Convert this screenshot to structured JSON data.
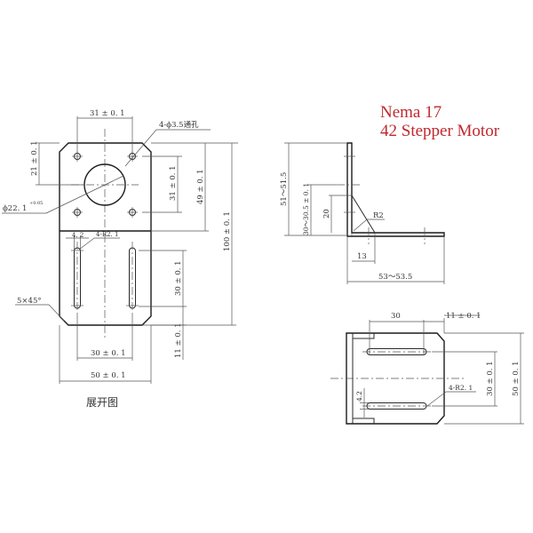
{
  "title": {
    "line1": "Nema 17",
    "line2": "42 Stepper Motor",
    "color": "#c0282d"
  },
  "flat_view": {
    "caption": "展开图",
    "dims": {
      "hole_spacing_top": "31 ± 0. 1",
      "through_holes": "4-ϕ3.5通孔",
      "top_to_hole": "21 ± 0. 1",
      "bore": "ϕ22. 1",
      "bore_tolerance": "+0.05",
      "hole_spacing_vert": "31 ± 0. 1",
      "to_bend": "49 ± 0. 1",
      "total_length": "100 ± 0. 1",
      "slot_width": "4. 2",
      "slot_radius": "4-R2. 1",
      "slot_length": "30 ± 0. 1",
      "chamfer": "5×45°",
      "slot_to_bottom": "11 ± 0. 1",
      "slot_spacing": "30 ± 0. 1",
      "width": "50 ± 0. 1"
    }
  },
  "side_view": {
    "dims": {
      "height": "51～51.5",
      "bend_height": "30～30.5 ± 0. 1",
      "gusset_height": "20",
      "radius": "R2",
      "gusset_base": "13",
      "leg_length": "53～53.5"
    }
  },
  "base_view": {
    "dims": {
      "slot_length": "30",
      "slot_offset": "11 ± 0. 1",
      "slot_width": "4.2",
      "slot_radius": "4-R2. 1",
      "slot_spacing": "30 ± 0. 1",
      "width": "50 ± 0. 1"
    }
  }
}
